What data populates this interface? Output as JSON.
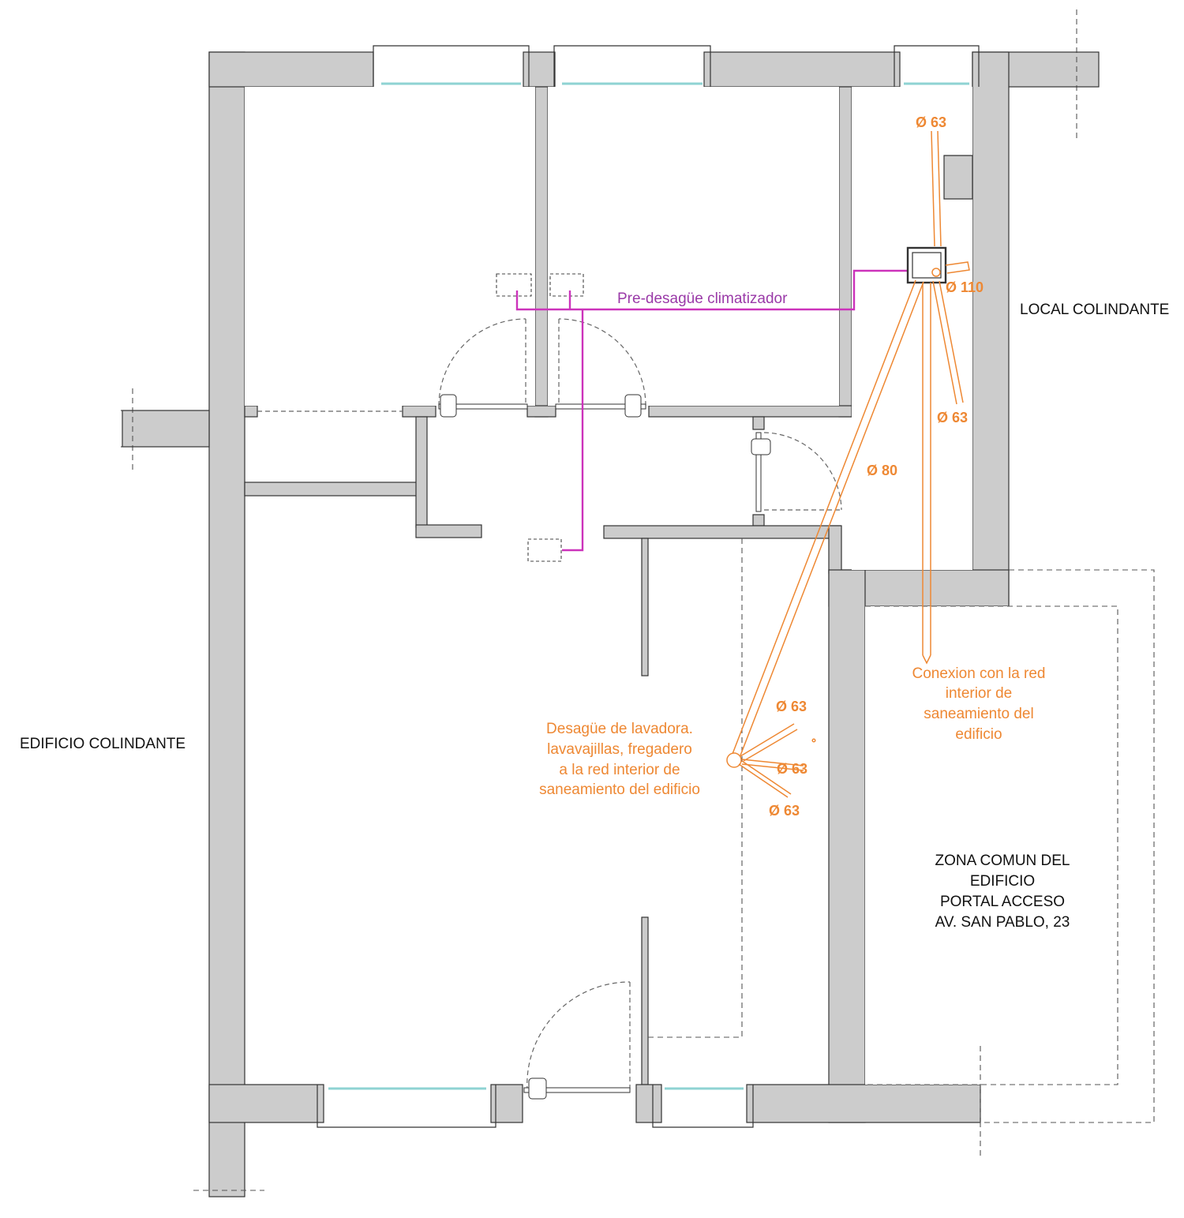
{
  "colors": {
    "wall": "#cccccc",
    "drain": "#ee8833",
    "climate_line": "#cc33bb",
    "climate_text": "#9a3aa8",
    "glass": "#8fd3d3",
    "text": "#111111",
    "dashed": "#666666"
  },
  "labels": {
    "edificio_colindante": "EDIFICIO COLINDANTE",
    "local_colindante": "LOCAL COLINDANTE",
    "pre_desague": "Pre-desagüe climatizador",
    "zona_comun": [
      "ZONA COMUN DEL",
      "EDIFICIO",
      "PORTAL ACCESO",
      "AV. SAN PABLO, 23"
    ],
    "conexion": [
      "Conexion con la red",
      "interior de",
      "saneamiento del",
      "edificio"
    ],
    "desague_lavadora": [
      "Desagüe de lavadora.",
      "lavavajillas, fregadero",
      "a la red interior de",
      "saneamiento del edificio"
    ]
  },
  "dimensions": {
    "d63_top": "Ø 63",
    "d110": "Ø 110",
    "d63_right": "Ø 63",
    "d80": "Ø 80",
    "d63_a": "Ø 63",
    "d63_b": "Ø 63",
    "d63_c": "Ø 63"
  }
}
